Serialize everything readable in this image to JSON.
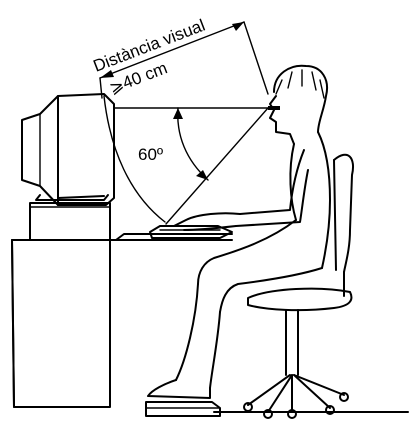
{
  "diagram": {
    "distance_label": "Distància visual",
    "min_distance": "⩾40 cm",
    "angle_label": "60º"
  },
  "colors": {
    "ink": "#000000",
    "background": "#ffffff"
  }
}
